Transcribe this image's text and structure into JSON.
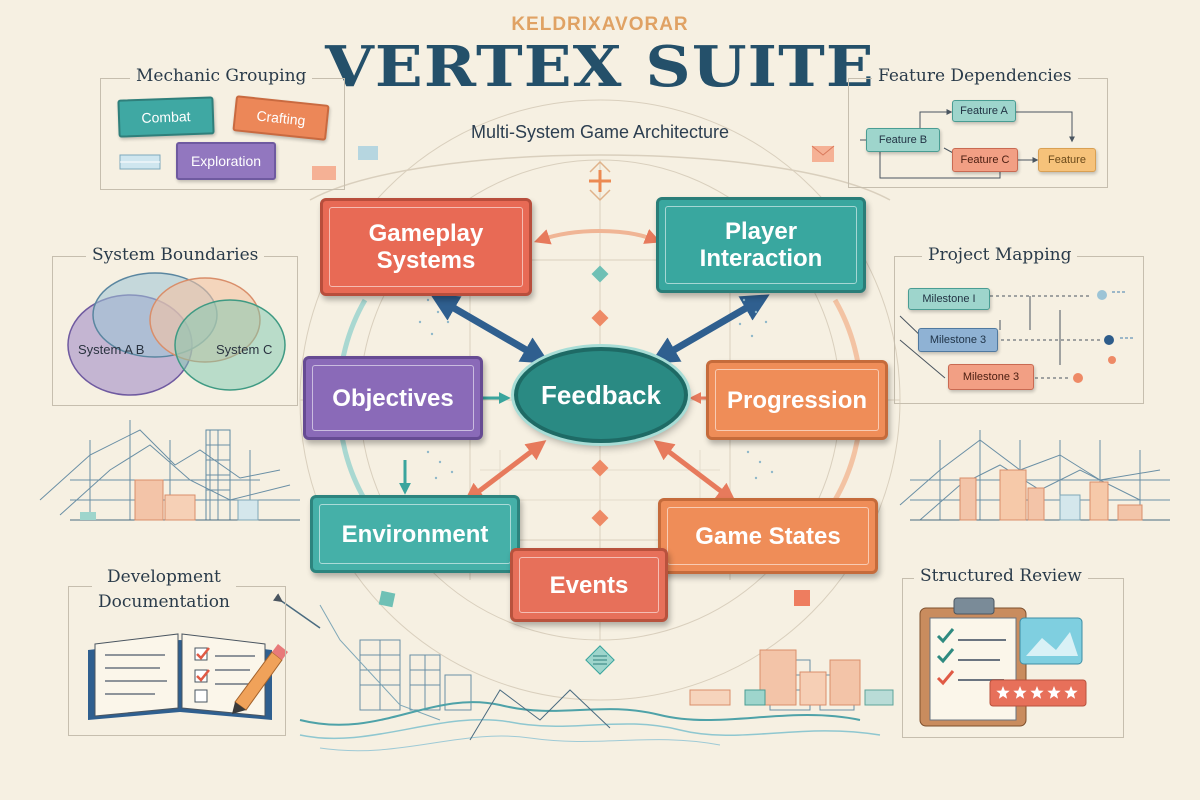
{
  "header": {
    "brand": "KELDRIXAVORAR",
    "title": "VERTEX SUITE",
    "subtitle": "Multi-System Game Architecture"
  },
  "panels": {
    "mechanic_grouping": {
      "title": "Mechanic Grouping",
      "tags": [
        "Combat",
        "Crafting",
        "Exploration"
      ]
    },
    "feature_dependencies": {
      "title": "Feature Dependencies",
      "tags": [
        "Feature A",
        "Feature B",
        "Feature C",
        "Feature"
      ]
    },
    "system_boundaries": {
      "title": "System Boundaries",
      "labels": [
        "System A B",
        "System C"
      ]
    },
    "project_mapping": {
      "title": "Project Mapping",
      "milestones": [
        "Milestone I",
        "Milestone 3",
        "Milestone 3"
      ]
    },
    "development_documentation": {
      "title_line1": "Development",
      "title_line2": "Documentation"
    },
    "structured_review": {
      "title": "Structured Review",
      "rating_stars": 5
    }
  },
  "systems": {
    "gameplay": {
      "line1": "Gameplay",
      "line2": "Systems"
    },
    "player": {
      "line1": "Player",
      "line2": "Interaction"
    },
    "objectives": "Objectives",
    "feedback": "Feedback",
    "progression": "Progression",
    "environment": "Environment",
    "game_states": "Game States",
    "events": "Events"
  },
  "colors": {
    "background": "#f6f0e2",
    "title": "#24506a",
    "brand": "#e0a264",
    "coral": "#e86a55",
    "teal": "#39a79f",
    "purple": "#8a6ab8",
    "orange": "#ef8d58",
    "hub": "#2a8a83"
  },
  "icons": [
    "open-book-icon",
    "pencil-icon",
    "clipboard-icon",
    "checkmark-icon",
    "star-icon",
    "diamond-icon",
    "plus-icon",
    "arrow-icon"
  ]
}
